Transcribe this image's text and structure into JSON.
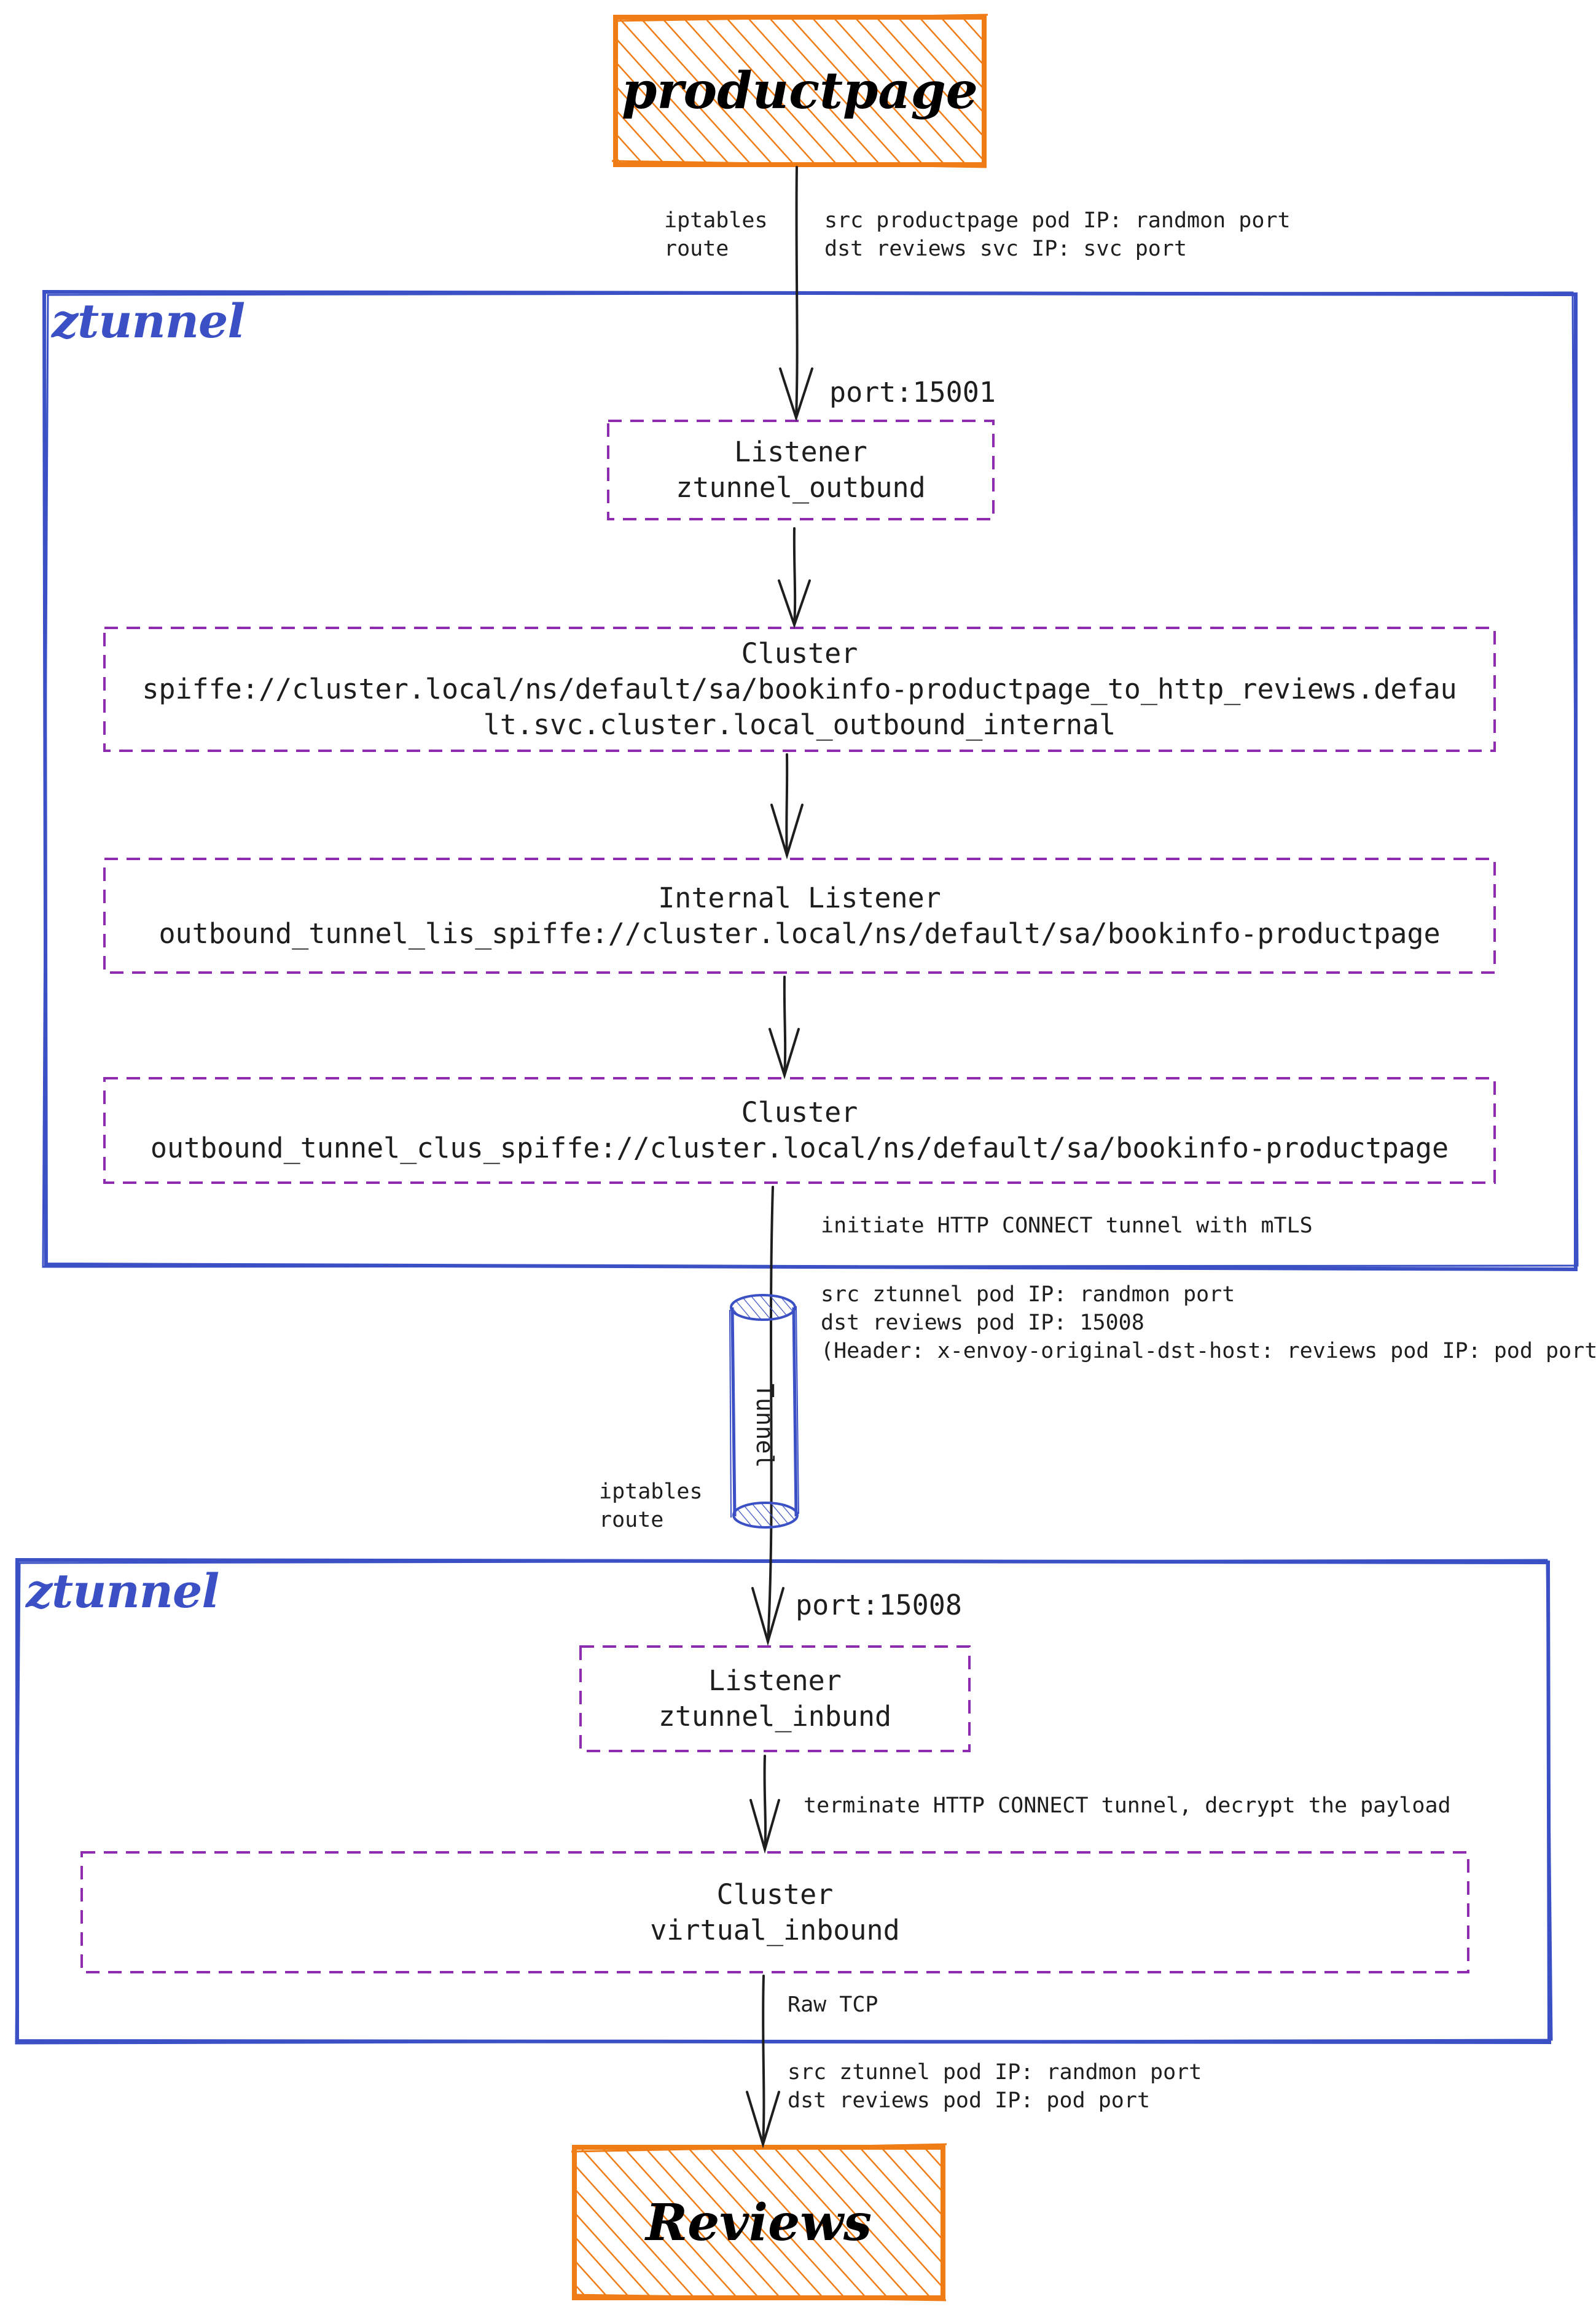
{
  "colors": {
    "ztunnel_blue": "#3a50c4",
    "dashed_purple": "#8e2cb0",
    "hatch_orange": "#ef7c14",
    "arrow": "#1e1e1e"
  },
  "nodes": {
    "productpage": "productpage",
    "reviews": "Reviews"
  },
  "source_ztunnel": {
    "title": "ztunnel",
    "port_label": "port:15001",
    "listener": {
      "line1": "Listener",
      "line2": "ztunnel_outbund"
    },
    "cluster1": {
      "line1": "Cluster",
      "line2": "spiffe://cluster.local/ns/default/sa/bookinfo-productpage_to_http_reviews.defau",
      "line3": "lt.svc.cluster.local_outbound_internal"
    },
    "internal_listener": {
      "line1": "Internal Listener",
      "line2": "outbound_tunnel_lis_spiffe://cluster.local/ns/default/sa/bookinfo-productpage"
    },
    "cluster2": {
      "line1": "Cluster",
      "line2": "outbound_tunnel_clus_spiffe://cluster.local/ns/default/sa/bookinfo-productpage"
    }
  },
  "dest_ztunnel": {
    "title": "ztunnel",
    "port_label": "port:15008",
    "listener": {
      "line1": "Listener",
      "line2": "ztunnel_inbund"
    },
    "cluster": {
      "line1": "Cluster",
      "line2": "virtual_inbound"
    }
  },
  "tunnel_label": "Tunnel",
  "annotations": {
    "iptables_top": [
      "iptables",
      "route"
    ],
    "src_dst_top": [
      "src productpage pod IP: randmon port",
      "dst reviews svc IP: svc port"
    ],
    "initiate": "initiate HTTP CONNECT tunnel with mTLS",
    "tunnel_info": [
      "src ztunnel pod IP: randmon port",
      "dst reviews pod IP: 15008",
      "(Header: x-envoy-original-dst-host: reviews pod IP: pod port)"
    ],
    "iptables_bottom": [
      "iptables",
      "route"
    ],
    "terminate": "terminate HTTP CONNECT tunnel, decrypt the payload",
    "raw_tcp": "Raw TCP",
    "src_dst_bottom": [
      "src ztunnel pod IP: randmon port",
      "dst reviews pod IP: pod port"
    ]
  }
}
